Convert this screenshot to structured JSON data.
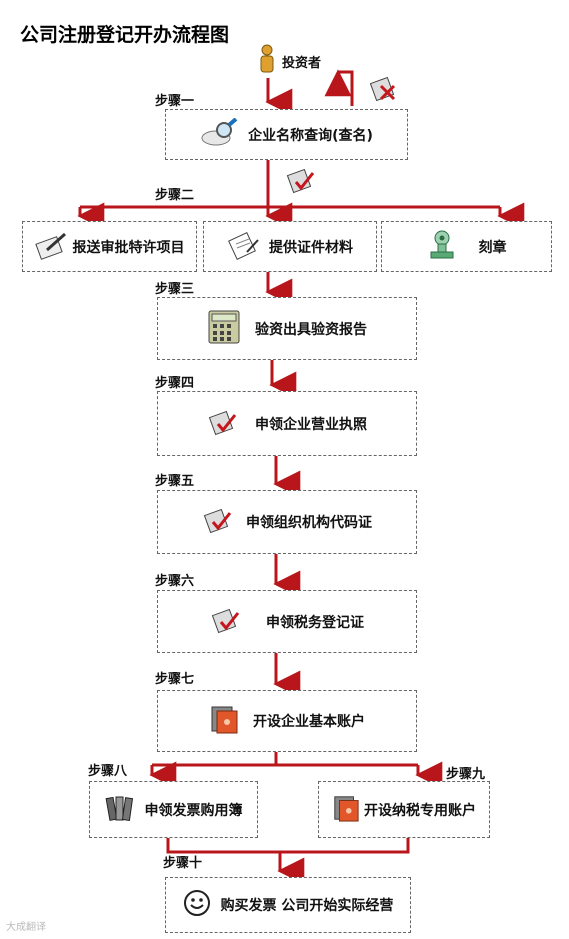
{
  "title": "公司注册登记开办流程图",
  "investor_label": "投资者",
  "steps": {
    "s1": "步骤一",
    "s2": "步骤二",
    "s3": "步骤三",
    "s4": "步骤四",
    "s5": "步骤五",
    "s6": "步骤六",
    "s7": "步骤七",
    "s8": "步骤八",
    "s9": "步骤九",
    "s10": "步骤十"
  },
  "boxes": {
    "name_check": "企业名称查询(查名)",
    "permit": "报送审批特许项目",
    "documents": "提供证件材料",
    "seal": "刻章",
    "capital": "验资出具验资报告",
    "license": "申领企业营业执照",
    "org_code": "申领组织机构代码证",
    "tax_reg": "申领税务登记证",
    "bank": "开设企业基本账户",
    "invoice_book": "申领发票购用簿",
    "tax_account": "开设纳税专用账户",
    "final": "购买发票 公司开始实际经营"
  },
  "watermark": "大成翻译",
  "colors": {
    "arrow": "#b8161b",
    "border": "#666666"
  },
  "icons": {
    "investor": "person-icon",
    "reject": "reject-icon",
    "approve": "check-icon",
    "search": "magnifier-icon",
    "edit": "pen-icon",
    "paper": "document-icon",
    "stamp": "stamp-icon",
    "calculator": "calculator-icon",
    "folder": "folder-icon",
    "books": "books-icon",
    "smile": "smiley-icon"
  }
}
